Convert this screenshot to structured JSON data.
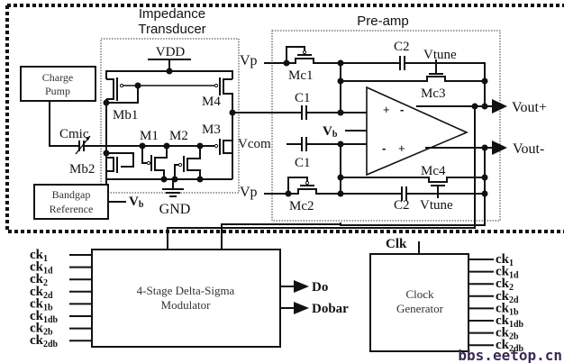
{
  "title": "MEMS microphone readout circuit block diagram",
  "blocks": {
    "impedance_transducer": {
      "title_line1": "Impedance",
      "title_line2": "Transducer"
    },
    "preamp": {
      "title": "Pre-amp"
    },
    "charge_pump": {
      "line1": "Charge",
      "line2": "Pump"
    },
    "bandgap": {
      "line1": "Bandgap",
      "line2": "Reference"
    },
    "modulator": {
      "line1": "4-Stage Delta-Sigma",
      "line2": "Modulator"
    },
    "clock_gen": {
      "line1": "Clock",
      "line2": "Generator"
    }
  },
  "labels": {
    "vdd": "VDD",
    "gnd": "GND",
    "cmic": "Cmic",
    "mb1": "Mb1",
    "mb2": "Mb2",
    "m1": "M1",
    "m2": "M2",
    "m3": "M3",
    "m4": "M4",
    "vb_main": "V",
    "vb_sub": "b",
    "vp_top": "Vp",
    "vp_bot": "Vp",
    "vcom": "Vcom",
    "mc1": "Mc1",
    "mc2": "Mc2",
    "mc3": "Mc3",
    "mc4": "Mc4",
    "c1_top": "C1",
    "c1_bot": "C1",
    "c2_top": "C2",
    "c2_bot": "C2",
    "vtune_top": "Vtune",
    "vtune_bot": "Vtune",
    "vb_amp_main": "V",
    "vb_amp_sub": "b",
    "amp_plus_top": "+",
    "amp_minus_top": "-",
    "amp_minus_bot": "-",
    "amp_plus_bot": "+",
    "vout_plus": "Vout+",
    "vout_minus": "Vout-",
    "do": "Do",
    "dobar": "Dobar",
    "clk": "Clk"
  },
  "clock_signals": [
    {
      "base": "ck",
      "sub": "1"
    },
    {
      "base": "ck",
      "sub": "1d"
    },
    {
      "base": "ck",
      "sub": "2"
    },
    {
      "base": "ck",
      "sub": "2d"
    },
    {
      "base": "ck",
      "sub": "1b"
    },
    {
      "base": "ck",
      "sub": "1db"
    },
    {
      "base": "ck",
      "sub": "2b"
    },
    {
      "base": "ck",
      "sub": "2db"
    }
  ],
  "watermark": "bbs.eetop.cn",
  "colors": {
    "line": "#111111",
    "watermark": "#3a2a55",
    "background": "#ffffff"
  }
}
